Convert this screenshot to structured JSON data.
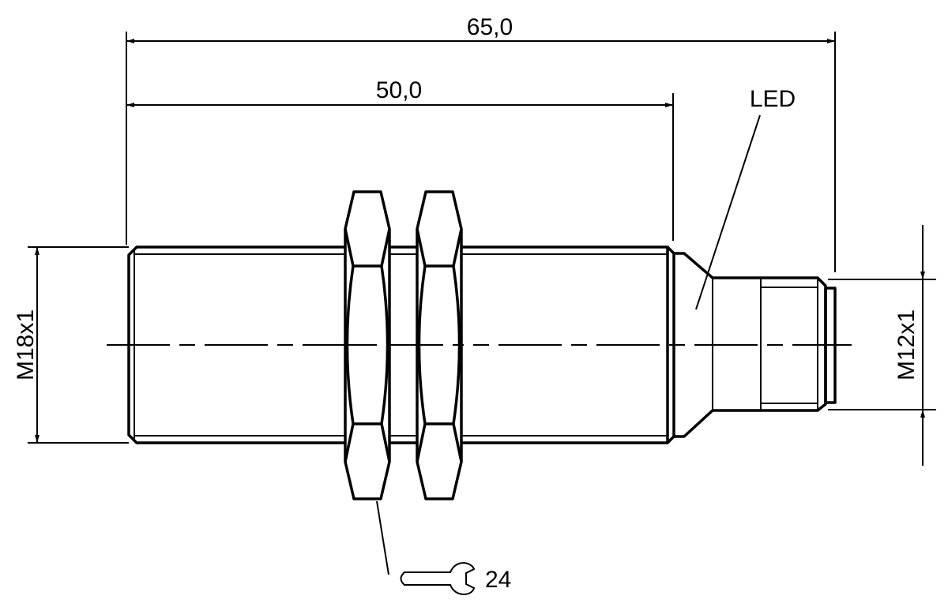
{
  "dimensions": {
    "overall_length": "65,0",
    "thread_length": "50,0",
    "body_thread": "M18x1",
    "connector_thread": "M12x1"
  },
  "labels": {
    "led": "LED",
    "wrench_size": "24"
  },
  "colors": {
    "line": "#000000",
    "background": "#ffffff"
  }
}
